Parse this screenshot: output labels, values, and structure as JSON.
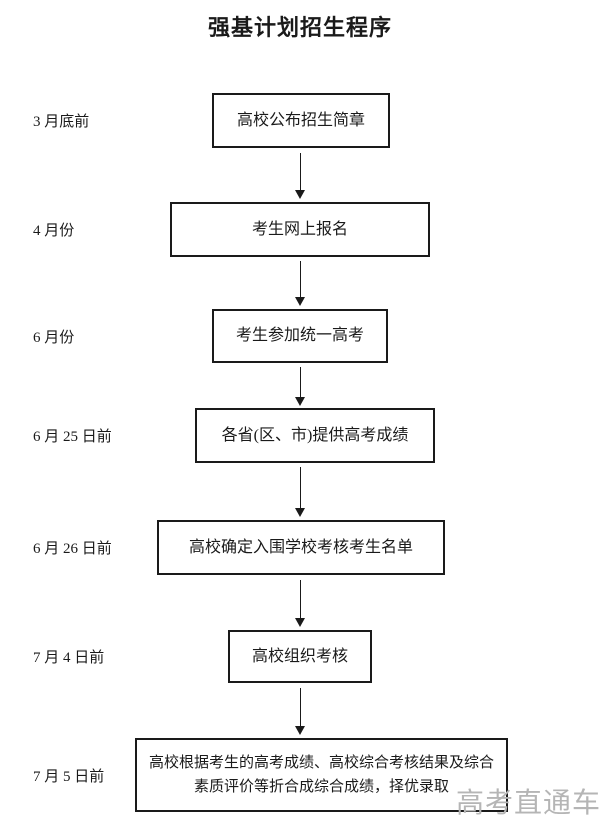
{
  "title": "强基计划招生程序",
  "flowchart": {
    "steps": [
      {
        "date": "3 月底前",
        "label": "高校公布招生简章"
      },
      {
        "date": "4 月份",
        "label": "考生网上报名"
      },
      {
        "date": "6 月份",
        "label": "考生参加统一高考"
      },
      {
        "date": "6 月 25 日前",
        "label": "各省(区、市)提供高考成绩"
      },
      {
        "date": "6 月 26 日前",
        "label": "高校确定入围学校考核考生名单"
      },
      {
        "date": "7 月 4 日前",
        "label": "高校组织考核"
      },
      {
        "date": "7 月 5 日前",
        "label": "高校根据考生的高考成绩、高校综合考核结果及综合素质评价等折合成综合成绩，择优录取"
      }
    ]
  },
  "watermark": {
    "text": "高考直通车"
  },
  "colors": {
    "background": "#ffffff",
    "line": "#1a1a1a",
    "text": "#1a1a1a",
    "watermark": "#b5b5b5"
  }
}
